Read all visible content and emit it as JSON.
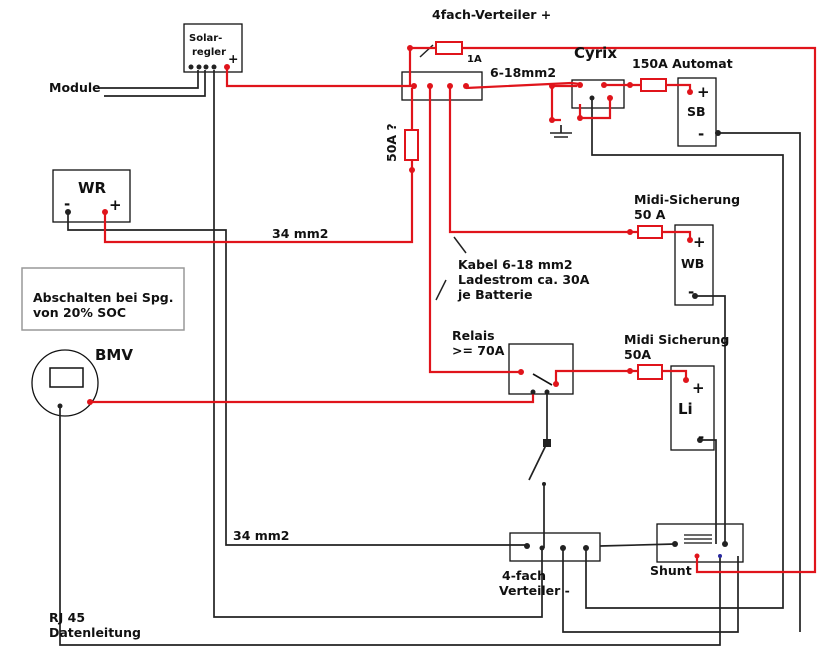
{
  "labels": {
    "verteiler_plus": "4fach-Verteiler +",
    "solar_1": "Solar-",
    "solar_2": "regler",
    "solar_plus": "+",
    "module": "Module",
    "cyrix": "Cyrix",
    "fuse_1a": "1A",
    "cable_6_18": "6-18mm2",
    "automat": "150A Automat",
    "sb_plus": "+",
    "sb": "SB",
    "sb_minus": "-",
    "fuse_50a_q": "50A ?",
    "wr": "WR",
    "wr_minus": "-",
    "wr_plus": "+",
    "mm34_top": "34 mm2",
    "midi1_1": "Midi-Sicherung",
    "midi1_2": "50 A",
    "wb_plus": "+",
    "wb": "WB",
    "wb_minus": "-",
    "kabel_1": "Kabel 6-18 mm2",
    "kabel_2": "Ladestrom ca. 30A",
    "kabel_3": "je Batterie",
    "abschalten_1": "Abschalten bei Spg.",
    "abschalten_2": "von 20% SOC",
    "bmv": "BMV",
    "relais_1": "Relais",
    "relais_2": ">= 70A",
    "midi2_1": "Midi Sicherung",
    "midi2_2": "50A",
    "li_plus": "+",
    "li": "Li",
    "li_minus": "-",
    "mm34_bottom": "34 mm2",
    "verteiler_minus_1": "4-fach",
    "verteiler_minus_2": "Verteiler -",
    "shunt": "Shunt",
    "rj45_1": "RJ 45",
    "rj45_2": "Datenleitung"
  },
  "colors": {
    "positive_wire": "#e0141b",
    "negative_wire": "#222222"
  }
}
